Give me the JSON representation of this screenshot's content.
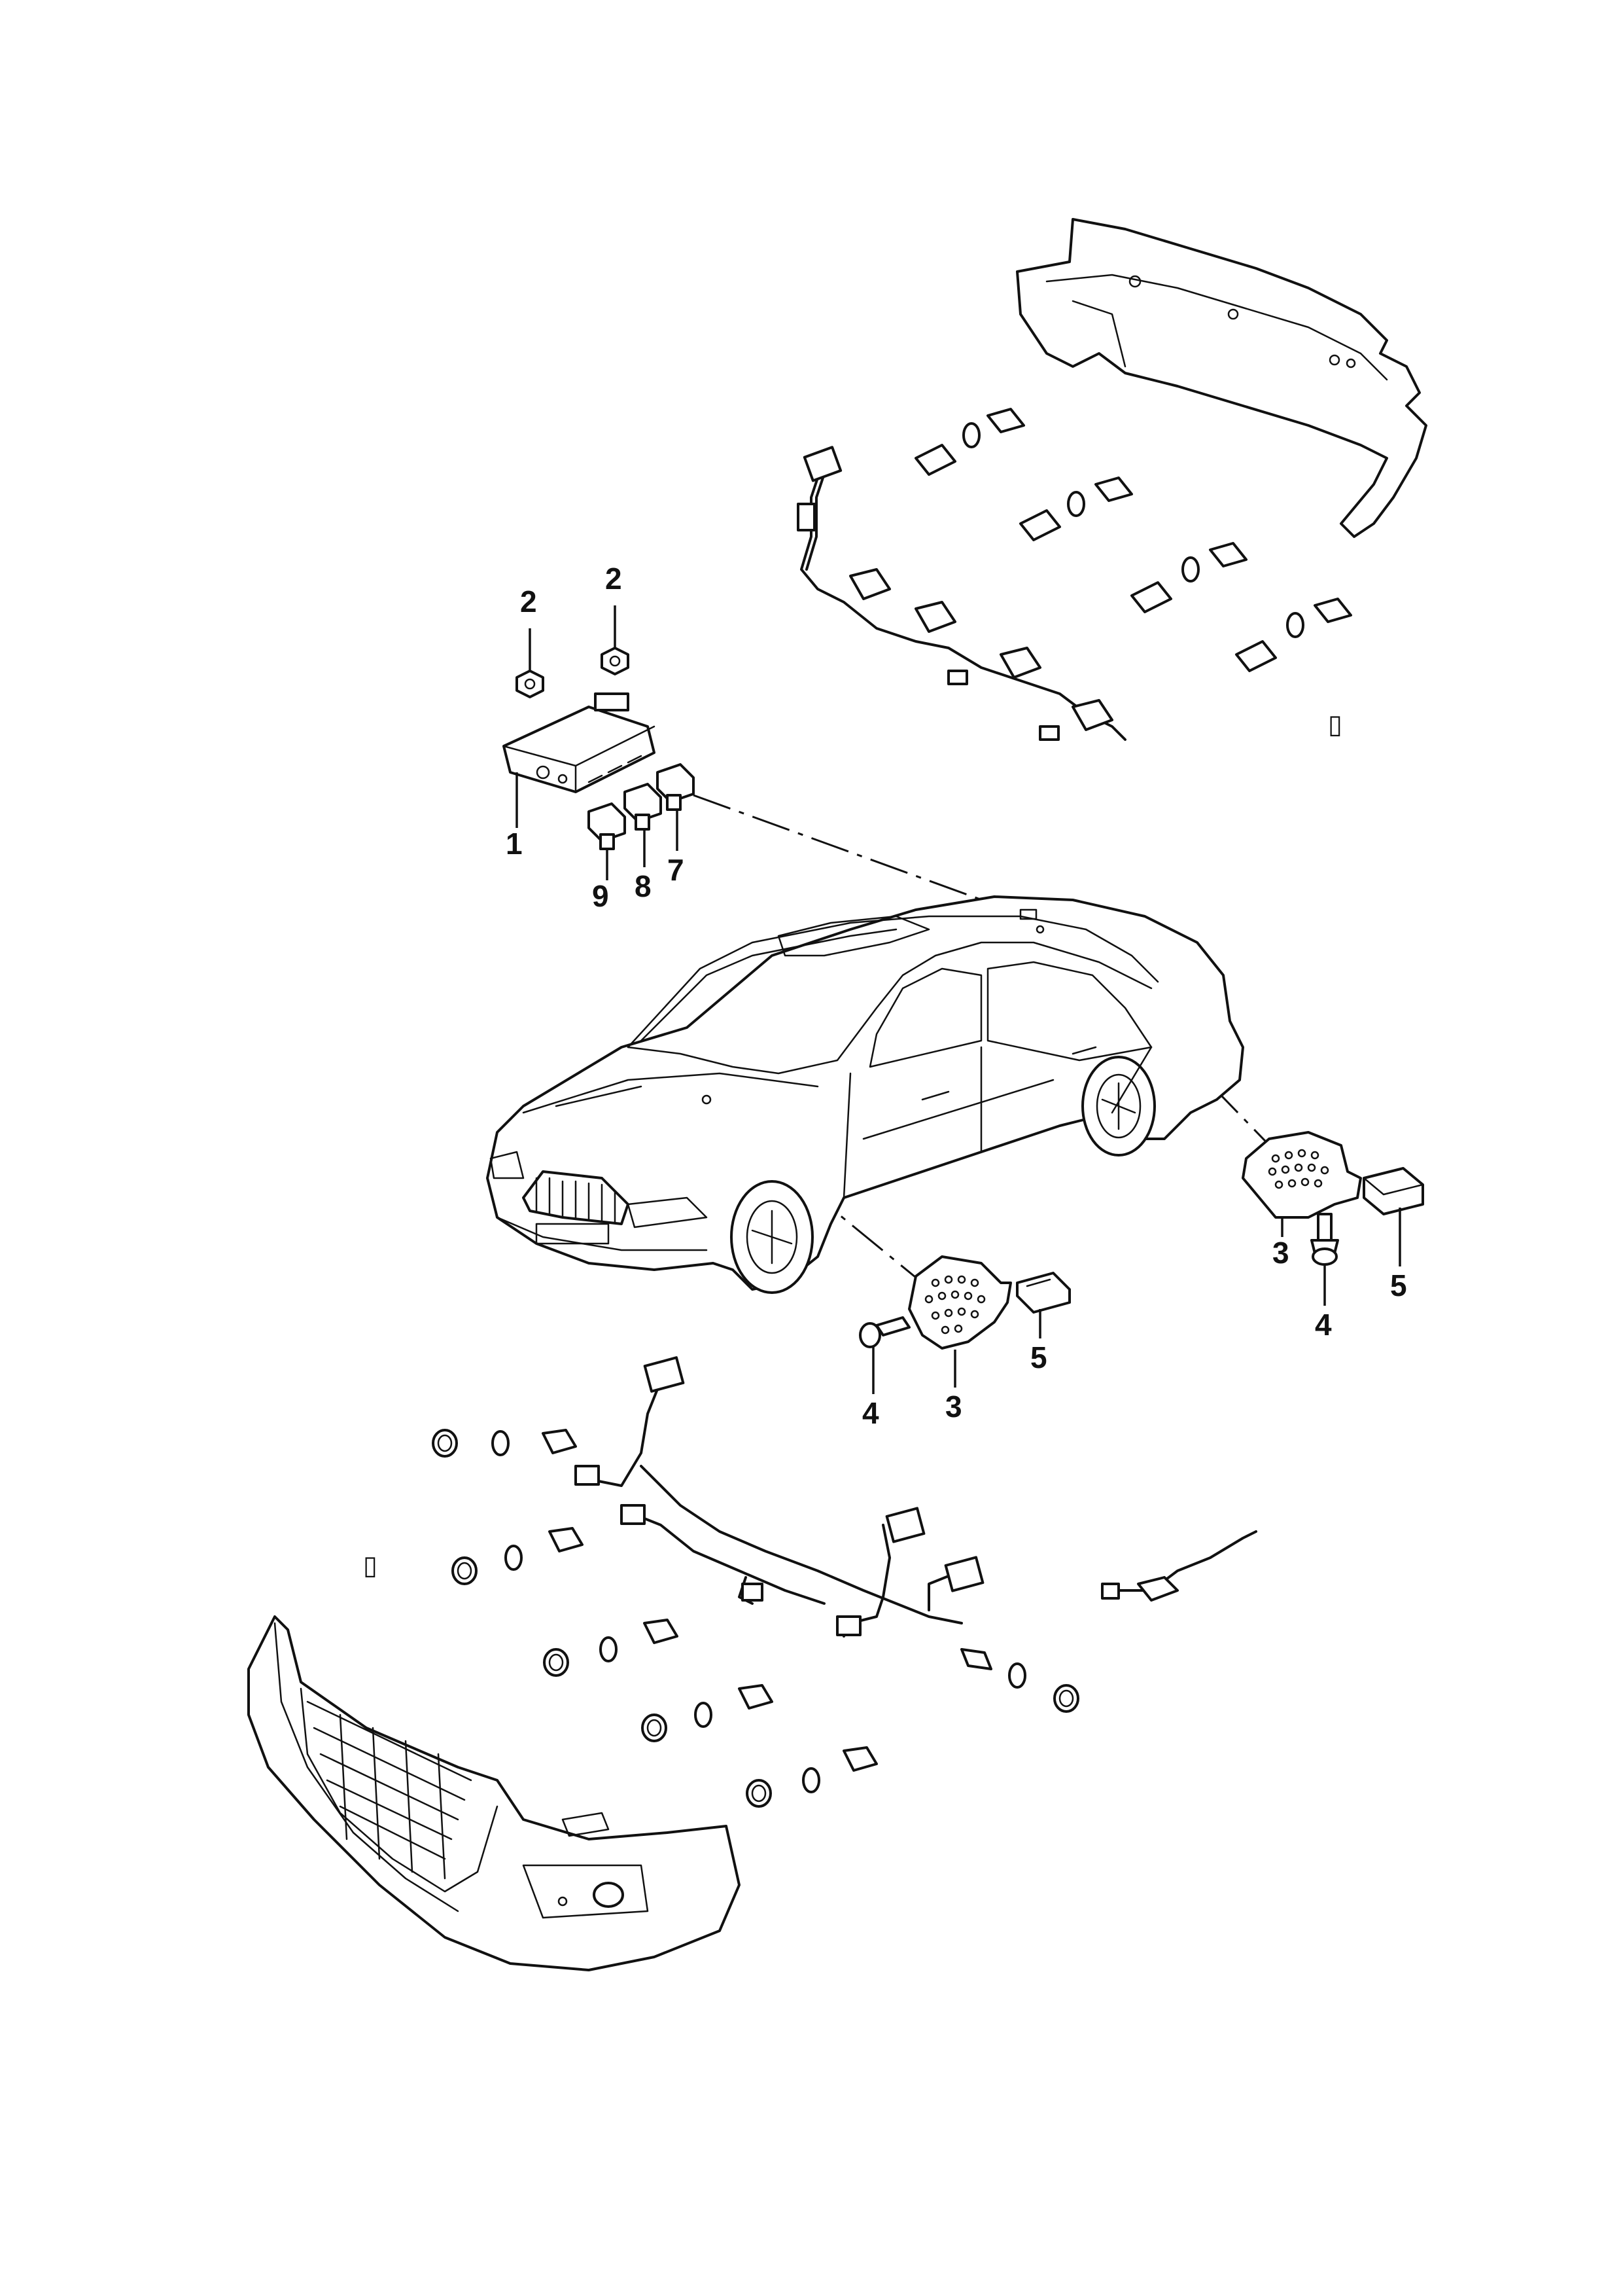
{
  "callouts": {
    "c1": "1",
    "c2a": "2",
    "c2b": "2",
    "c3_left": "3",
    "c3_right": "3",
    "c4_left": "4",
    "c4_right": "4",
    "c5_left": "5",
    "c5_right": "5",
    "c7": "7",
    "c8": "8",
    "c9": "9"
  },
  "markers": {
    "rear": "▯",
    "front": "▯"
  },
  "colors": {
    "line": "#111111",
    "background": "#ffffff"
  }
}
